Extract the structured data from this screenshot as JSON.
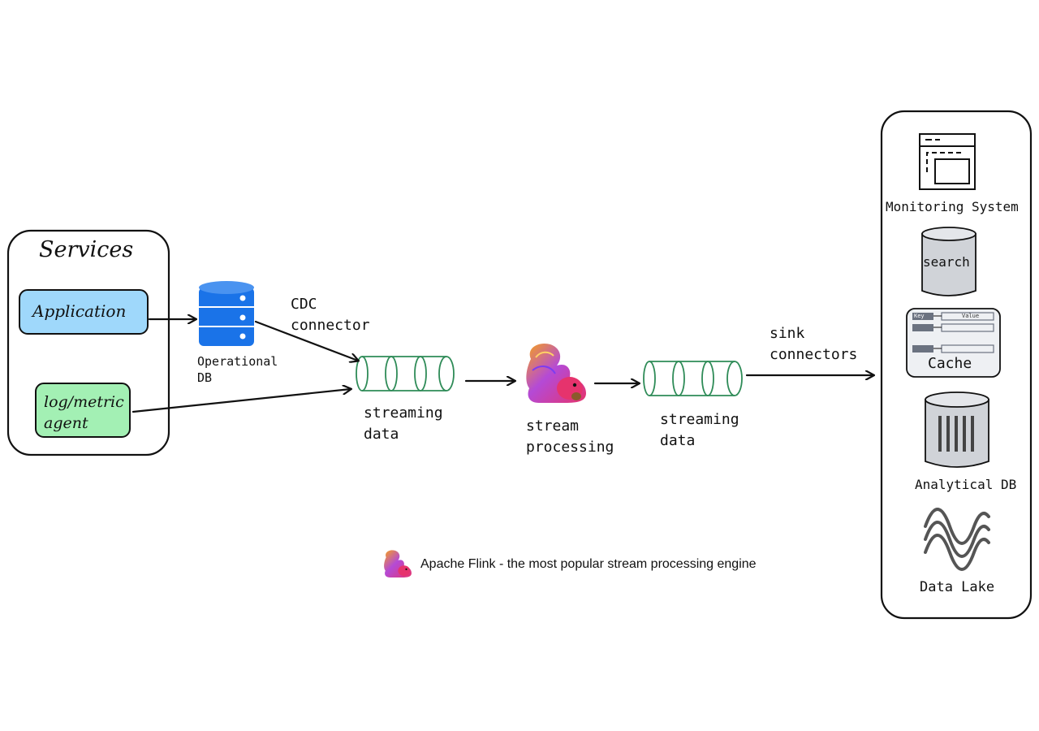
{
  "services": {
    "title": "Services",
    "application": "Application",
    "agent": "log/metric agent"
  },
  "operational_db": "Operational DB",
  "cdc_connector": "CDC connector",
  "streaming_data_1": "streaming data",
  "stream_processing": "stream processing",
  "streaming_data_2": "streaming data",
  "sink_connectors": "sink connectors",
  "sinks": {
    "monitoring": "Monitoring System",
    "search": "search",
    "cache": "Cache",
    "cache_key": "Key",
    "cache_value": "Value",
    "analytical_db": "Analytical DB",
    "data_lake": "Data Lake"
  },
  "caption": "Apache Flink - the most popular stream processing engine",
  "colors": {
    "application": "#9fd8fb",
    "agent": "#a3f0b4",
    "db_blue": "#1a73e8",
    "pipe": "#2e8b57",
    "sink_grey": "#d0d3d8"
  }
}
